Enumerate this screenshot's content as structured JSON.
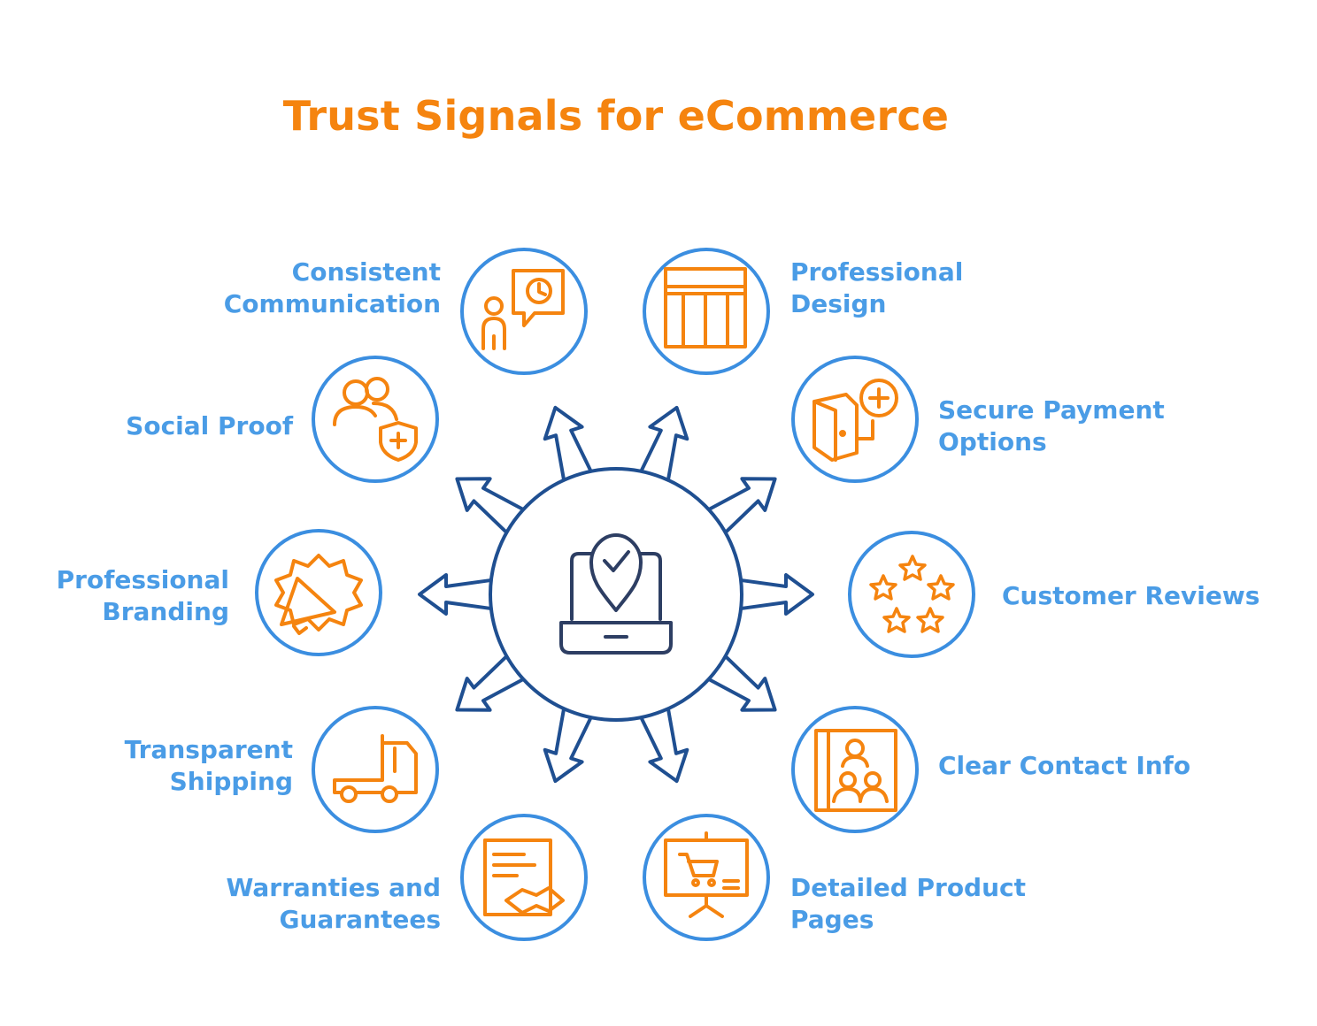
{
  "title": "Trust Signals for eCommerce",
  "colors": {
    "title": "#f5840f",
    "label": "#4a9ce6",
    "ring": "#3b8ee0",
    "icon": "#f5840f",
    "arrow": "#1f4f91",
    "center": "#2d3e63"
  },
  "center": {
    "icon": "laptop-shield-check-icon"
  },
  "signals": [
    {
      "id": "consistent-communication",
      "lines": [
        "Consistent",
        "Communication"
      ],
      "icon": "person-chat-clock-icon"
    },
    {
      "id": "professional-design",
      "lines": [
        "Professional",
        "Design"
      ],
      "icon": "layout-window-icon"
    },
    {
      "id": "social-proof",
      "lines": [
        "Social Proof"
      ],
      "icon": "users-shield-icon"
    },
    {
      "id": "secure-payment-options",
      "lines": [
        "Secure Payment",
        "Options"
      ],
      "icon": "wallet-plus-icon"
    },
    {
      "id": "professional-branding",
      "lines": [
        "Professional",
        "Branding"
      ],
      "icon": "megaphone-badge-icon"
    },
    {
      "id": "customer-reviews",
      "lines": [
        "Customer Reviews"
      ],
      "icon": "five-stars-icon"
    },
    {
      "id": "transparent-shipping",
      "lines": [
        "Transparent",
        "Shipping"
      ],
      "icon": "truck-icon"
    },
    {
      "id": "clear-contact-info",
      "lines": [
        "Clear Contact Info"
      ],
      "icon": "contact-card-icon"
    },
    {
      "id": "warranties-and-guarantees",
      "lines": [
        "Warranties and",
        "Guarantees"
      ],
      "icon": "document-handshake-icon"
    },
    {
      "id": "detailed-product-pages",
      "lines": [
        "Detailed Product",
        "Pages"
      ],
      "icon": "presentation-cart-icon"
    }
  ]
}
